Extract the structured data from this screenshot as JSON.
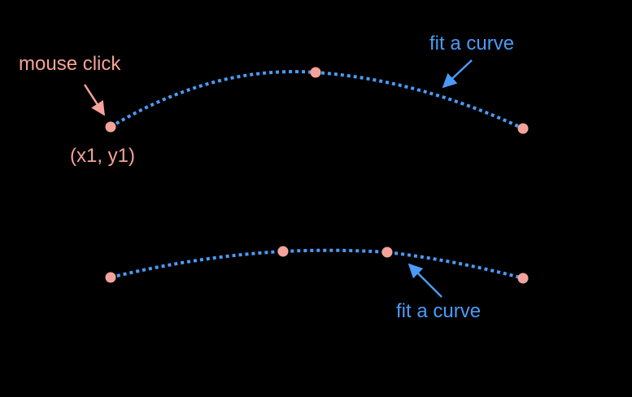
{
  "colors": {
    "background": "#000000",
    "point": "#f4a39a",
    "annotation_point": "#f4a39a",
    "curve": "#4a9bf5",
    "annotation_curve": "#4a9bf5"
  },
  "labels": {
    "mouse_click": "mouse click",
    "point_coords": "(x1, y1)",
    "fit_top": "fit a curve",
    "fit_bottom": "fit a curve"
  },
  "diagrams": [
    {
      "name": "three-point-curve",
      "point_count": 3
    },
    {
      "name": "four-point-curve",
      "point_count": 4
    }
  ]
}
